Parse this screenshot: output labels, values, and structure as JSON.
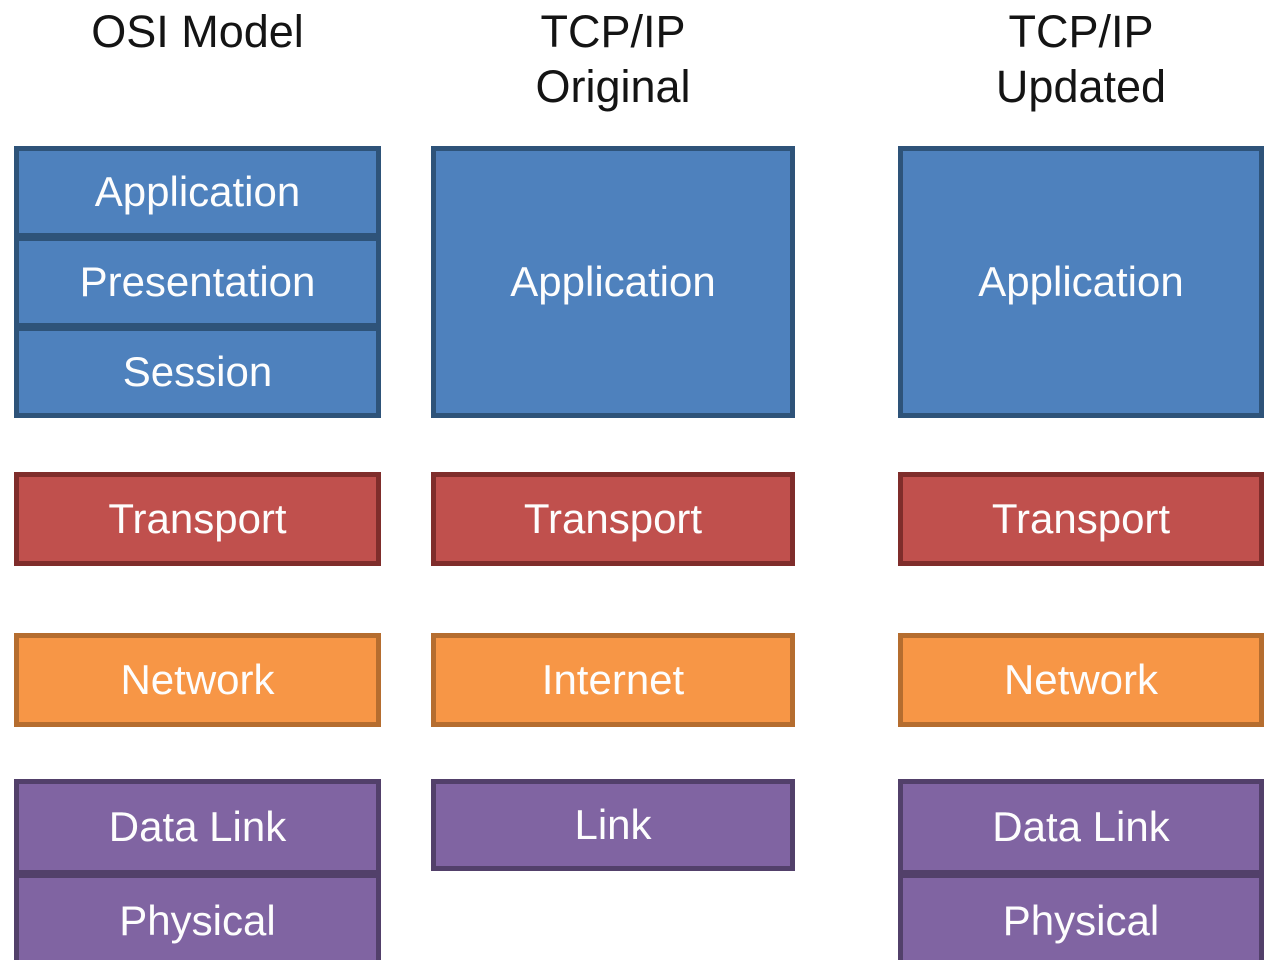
{
  "columns": [
    {
      "title_lines": [
        "OSI Model"
      ],
      "groups": [
        {
          "color": "blue",
          "cells": [
            "Application",
            "Presentation",
            "Session"
          ]
        },
        {
          "color": "red",
          "cells": [
            "Transport"
          ]
        },
        {
          "color": "orange",
          "cells": [
            "Network"
          ]
        },
        {
          "color": "purple",
          "cells": [
            "Data Link",
            "Physical"
          ]
        }
      ]
    },
    {
      "title_lines": [
        "TCP/IP",
        "Original"
      ],
      "groups": [
        {
          "color": "blue",
          "cells": [
            "Application"
          ]
        },
        {
          "color": "red",
          "cells": [
            "Transport"
          ]
        },
        {
          "color": "orange",
          "cells": [
            "Internet"
          ]
        },
        {
          "color": "purple",
          "cells": [
            "Link"
          ]
        }
      ]
    },
    {
      "title_lines": [
        "TCP/IP",
        "Updated"
      ],
      "groups": [
        {
          "color": "blue",
          "cells": [
            "Application"
          ]
        },
        {
          "color": "red",
          "cells": [
            "Transport"
          ]
        },
        {
          "color": "orange",
          "cells": [
            "Network"
          ]
        },
        {
          "color": "purple",
          "cells": [
            "Data Link",
            "Physical"
          ]
        }
      ]
    }
  ],
  "colors": {
    "blue_fill": "#4E81BD",
    "blue_border": "#2E5379",
    "red_fill": "#C0504D",
    "red_border": "#7F2D2B",
    "orange_fill": "#F79646",
    "orange_border": "#B56D2F",
    "purple_fill": "#8064A2",
    "purple_border": "#52406A",
    "label_text": "#FDFDFD",
    "title_text": "#141414",
    "background": "#FFFFFF"
  }
}
